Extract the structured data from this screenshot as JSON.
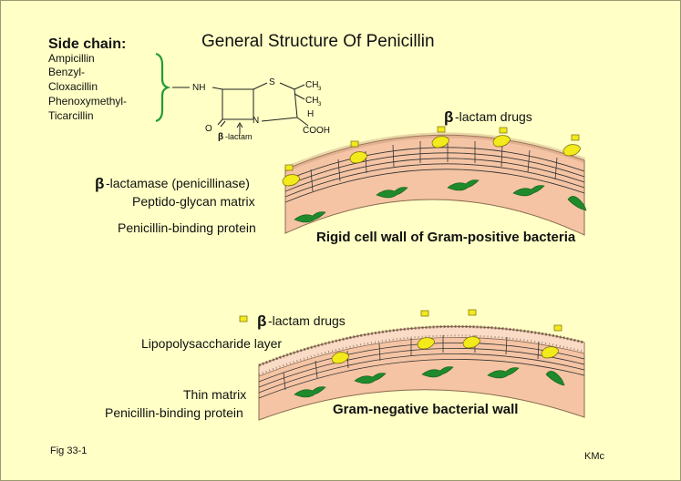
{
  "title": "General Structure Of Penicillin",
  "side_chain": {
    "heading": "Side chain:",
    "items": [
      "Ampicillin",
      "Benzyl-",
      "Cloxacillin",
      "Phenoxymethyl-",
      "Ticarcillin"
    ]
  },
  "structure": {
    "nh": "NH",
    "s": "S",
    "ch3_a": "CH",
    "ch3_b": "CH",
    "sub3": "3",
    "h": "H",
    "o": "O",
    "n": "N",
    "cooh": "COOH",
    "beta": "β",
    "lactam": "-lactam"
  },
  "gram_positive": {
    "drugs_beta": "β",
    "drugs_label": "-lactam drugs",
    "lactamase_beta": "β",
    "lactamase_label": "-lactamase (penicillinase)",
    "matrix_label": "Peptido-glycan matrix",
    "pbp_label": "Penicillin-binding protein",
    "caption": "Rigid cell wall of Gram-positive bacteria"
  },
  "gram_negative": {
    "drugs_beta": "β",
    "drugs_label": "-lactam drugs",
    "lps_label": "Lipopolysaccharide layer",
    "matrix_label": "Thin matrix",
    "pbp_label": "Penicillin-binding protein",
    "caption": "Gram-negative bacterial wall"
  },
  "fig_label": "Fig 33-1",
  "author": "KMc",
  "colors": {
    "background": "#ffffc6",
    "wall": "#f5c4a4",
    "wall_light": "#fadcc6",
    "protein": "#1f8a2c",
    "drug": "#f2ea1a",
    "brace": "#1f9a3a"
  }
}
